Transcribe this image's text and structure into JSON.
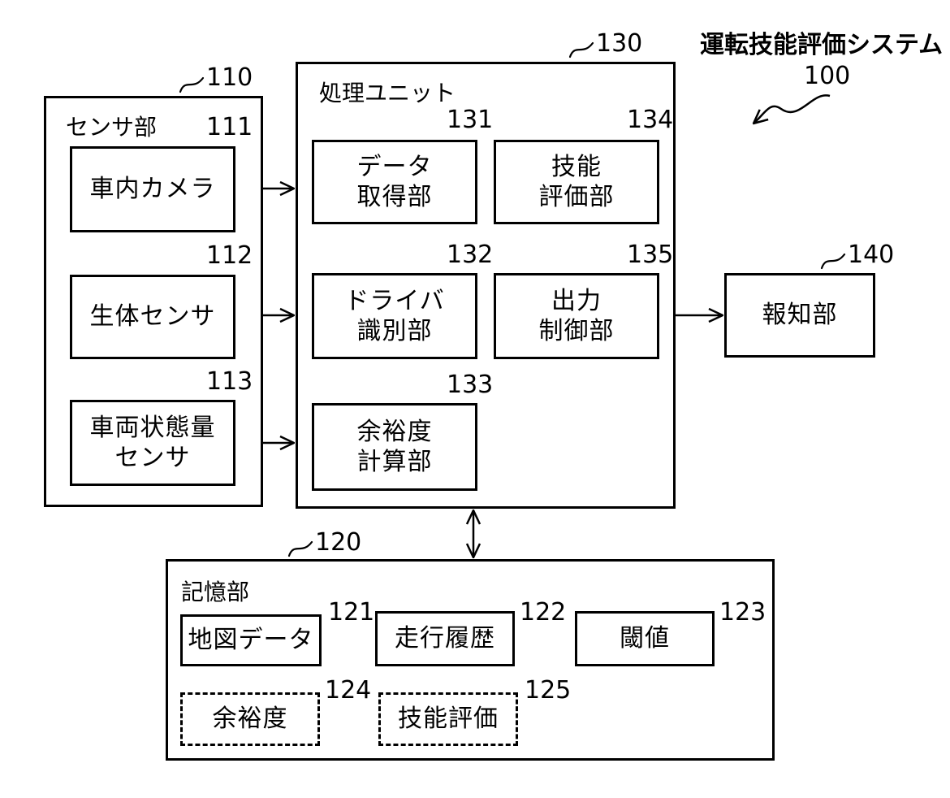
{
  "system": {
    "title": "運転技能評価システム",
    "ref": "100"
  },
  "sensor_unit": {
    "label": "センサ部",
    "ref": "110",
    "items": [
      {
        "lines": [
          "車内カメラ"
        ],
        "ref": "111"
      },
      {
        "lines": [
          "生体センサ"
        ],
        "ref": "112"
      },
      {
        "lines": [
          "車両状態量",
          "センサ"
        ],
        "ref": "113"
      }
    ]
  },
  "processing_unit": {
    "label": "処理ユニット",
    "ref": "130",
    "items": [
      {
        "lines": [
          "データ",
          "取得部"
        ],
        "ref": "131"
      },
      {
        "lines": [
          "ドライバ",
          "識別部"
        ],
        "ref": "132"
      },
      {
        "lines": [
          "余裕度",
          "計算部"
        ],
        "ref": "133"
      },
      {
        "lines": [
          "技能",
          "評価部"
        ],
        "ref": "134"
      },
      {
        "lines": [
          "出力",
          "制御部"
        ],
        "ref": "135"
      }
    ]
  },
  "notification_unit": {
    "label": "報知部",
    "ref": "140"
  },
  "storage_unit": {
    "label": "記憶部",
    "ref": "120",
    "items": [
      {
        "label": "地図データ",
        "ref": "121",
        "style": "solid"
      },
      {
        "label": "走行履歴",
        "ref": "122",
        "style": "solid"
      },
      {
        "label": "閾値",
        "ref": "123",
        "style": "solid"
      },
      {
        "label": "余裕度",
        "ref": "124",
        "style": "dashed"
      },
      {
        "label": "技能評価",
        "ref": "125",
        "style": "dashed"
      }
    ]
  }
}
